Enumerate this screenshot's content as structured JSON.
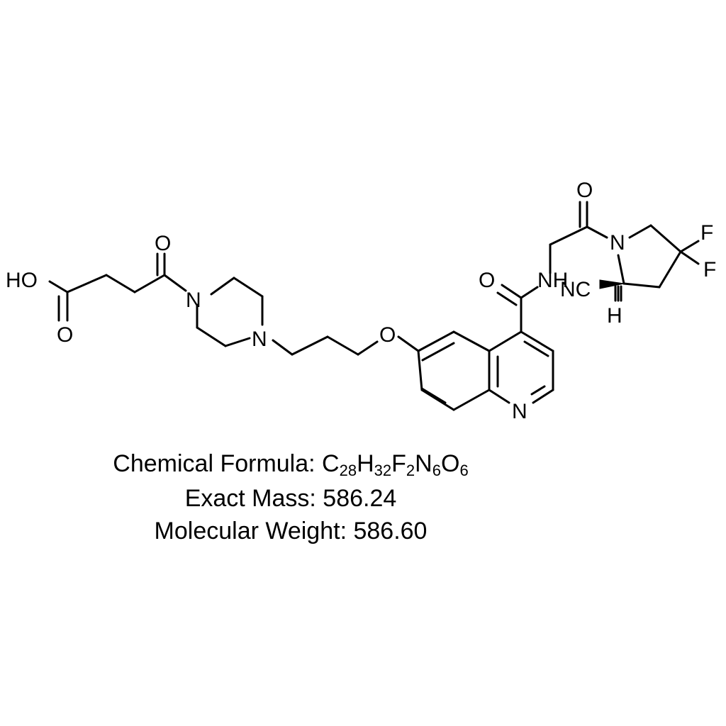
{
  "atoms": {
    "ho": "HO",
    "o_acid": "O",
    "o_ketone": "O",
    "n_pip1": "N",
    "n_pip2": "N",
    "o_ether": "O",
    "n_quin": "N",
    "o_amide": "O",
    "nh": "NH",
    "o_gly": "O",
    "n_pyr": "N",
    "f1": "F",
    "f2": "F",
    "nc": "NC",
    "h": "H"
  },
  "formula": {
    "label": "Chemical Formula: ",
    "parts": [
      {
        "el": "C",
        "n": "28"
      },
      {
        "el": "H",
        "n": "32"
      },
      {
        "el": "F",
        "n": "2"
      },
      {
        "el": "N",
        "n": "6"
      },
      {
        "el": "O",
        "n": "6"
      }
    ]
  },
  "exact_mass": "Exact Mass: 586.24",
  "molecular_weight": "Molecular Weight: 586.60"
}
